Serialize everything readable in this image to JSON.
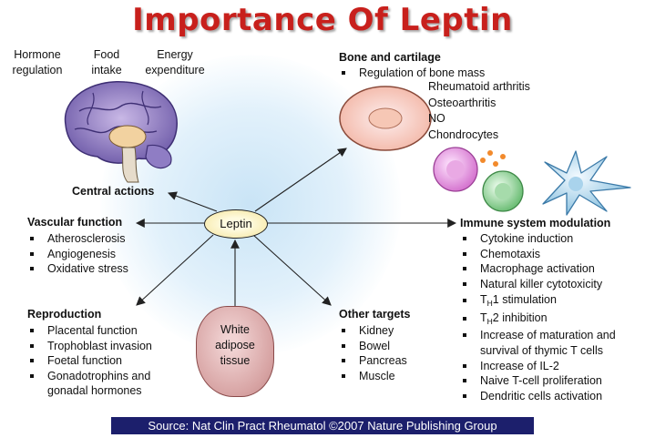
{
  "title": "Importance Of Leptin",
  "center": "Leptin",
  "brain_labels": {
    "hormone": [
      "Hormone",
      "regulation"
    ],
    "food": [
      "Food",
      "intake"
    ],
    "energy": [
      "Energy",
      "expenditure"
    ]
  },
  "central_actions": "Central actions",
  "vascular": {
    "heading": "Vascular function",
    "items": [
      "Atherosclerosis",
      "Angiogenesis",
      "Oxidative stress"
    ]
  },
  "reproduction": {
    "heading": "Reproduction",
    "items": [
      "Placental function",
      "Trophoblast invasion",
      "Foetal function",
      "Gonadotrophins and",
      "gonadal hormones"
    ]
  },
  "adipose": [
    "White",
    "adipose",
    "tissue"
  ],
  "other": {
    "heading": "Other targets",
    "items": [
      "Kidney",
      "Bowel",
      "Pancreas",
      "Muscle"
    ]
  },
  "bone": {
    "heading": "Bone and cartilage",
    "item": "Regulation of bone mass",
    "extra": [
      "Rheumatoid arthritis",
      "Osteoarthritis",
      "NO",
      "Chondrocytes"
    ]
  },
  "immune": {
    "heading": "Immune system modulation",
    "items": [
      "Cytokine induction",
      "Chemotaxis",
      "Macrophage activation",
      "Natural killer cytotoxicity"
    ],
    "th1": {
      "pre": "T",
      "sub": "H",
      "post": "1 stimulation"
    },
    "th2": {
      "pre": "T",
      "sub": "H",
      "post": "2 inhibition"
    },
    "items2": [
      "Increase of maturation and",
      "survival of thymic T cells",
      "Increase of IL-2",
      "Naive T-cell proliferation",
      "Dendritic cells activation"
    ]
  },
  "source": "Source: Nat Clin Pract Rheumatol ©2007  Nature Publishing Group"
}
